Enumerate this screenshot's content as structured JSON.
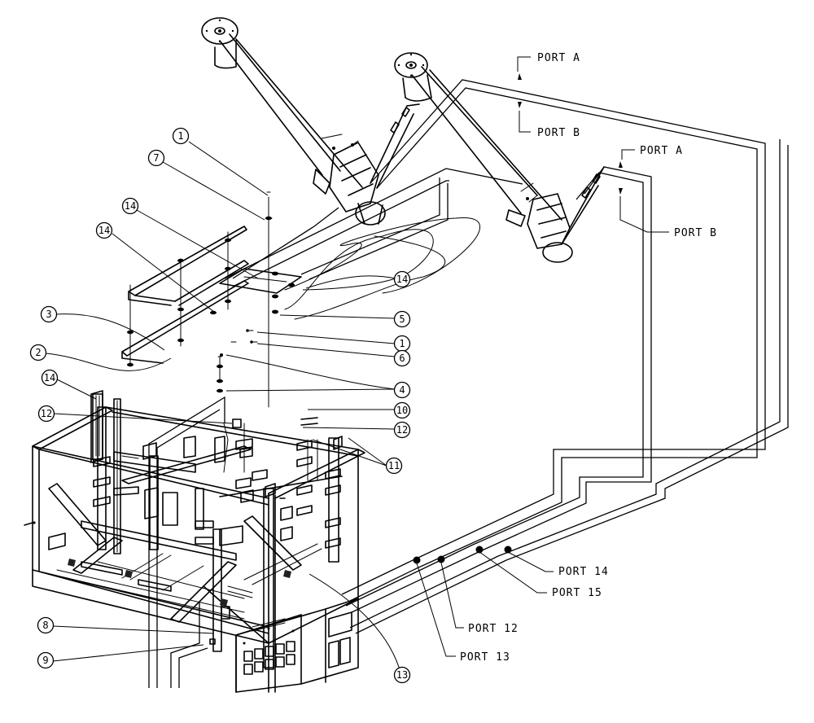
{
  "callouts": [
    {
      "id": "c1a",
      "text": "1"
    },
    {
      "id": "c7",
      "text": "7"
    },
    {
      "id": "c14a",
      "text": "14"
    },
    {
      "id": "c14b",
      "text": "14"
    },
    {
      "id": "c3",
      "text": "3"
    },
    {
      "id": "c2",
      "text": "2"
    },
    {
      "id": "c14c",
      "text": "14"
    },
    {
      "id": "c12a",
      "text": "12"
    },
    {
      "id": "c14d",
      "text": "14"
    },
    {
      "id": "c5",
      "text": "5"
    },
    {
      "id": "c1b",
      "text": "1"
    },
    {
      "id": "c6",
      "text": "6"
    },
    {
      "id": "c4",
      "text": "4"
    },
    {
      "id": "c10",
      "text": "10"
    },
    {
      "id": "c12b",
      "text": "12"
    },
    {
      "id": "c11",
      "text": "11"
    },
    {
      "id": "c8",
      "text": "8"
    },
    {
      "id": "c9",
      "text": "9"
    },
    {
      "id": "c13",
      "text": "13"
    }
  ],
  "ports": [
    {
      "id": "portA1",
      "text": "PORT A"
    },
    {
      "id": "portB1",
      "text": "PORT B"
    },
    {
      "id": "portA2",
      "text": "PORT A"
    },
    {
      "id": "portB2",
      "text": "PORT B"
    },
    {
      "id": "port14",
      "text": "PORT 14"
    },
    {
      "id": "port15",
      "text": "PORT 15"
    },
    {
      "id": "port12",
      "text": "PORT 12"
    },
    {
      "id": "port13",
      "text": "PORT 13"
    }
  ]
}
